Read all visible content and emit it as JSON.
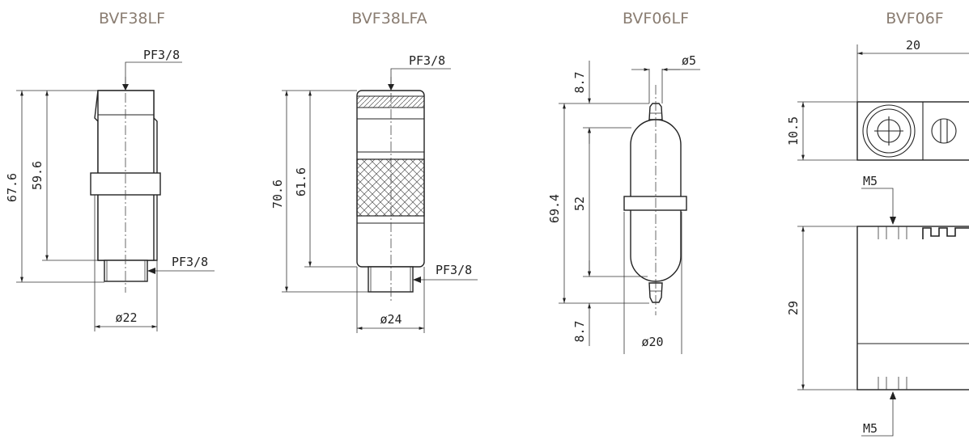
{
  "models": [
    {
      "name": "BVF38LF",
      "labels": {
        "top_port": "PF3/8",
        "bottom_port": "PF3/8",
        "overall": "67.6",
        "body": "59.6",
        "diameter": "ø22"
      }
    },
    {
      "name": "BVF38LFA",
      "labels": {
        "top_port": "PF3/8",
        "bottom_port": "PF3/8",
        "overall": "70.6",
        "body": "61.6",
        "diameter": "ø24"
      }
    },
    {
      "name": "BVF06LF",
      "labels": {
        "tube": "ø5",
        "top_nozzle": "8.7",
        "overall": "69.4",
        "body": "52",
        "bottom_nozzle": "8.7",
        "diameter": "ø20"
      }
    },
    {
      "name": "BVF06F",
      "labels": {
        "width": "20",
        "height_top": "10.5",
        "top_port": "M5",
        "height": "29",
        "bottom_port": "M5"
      }
    }
  ]
}
